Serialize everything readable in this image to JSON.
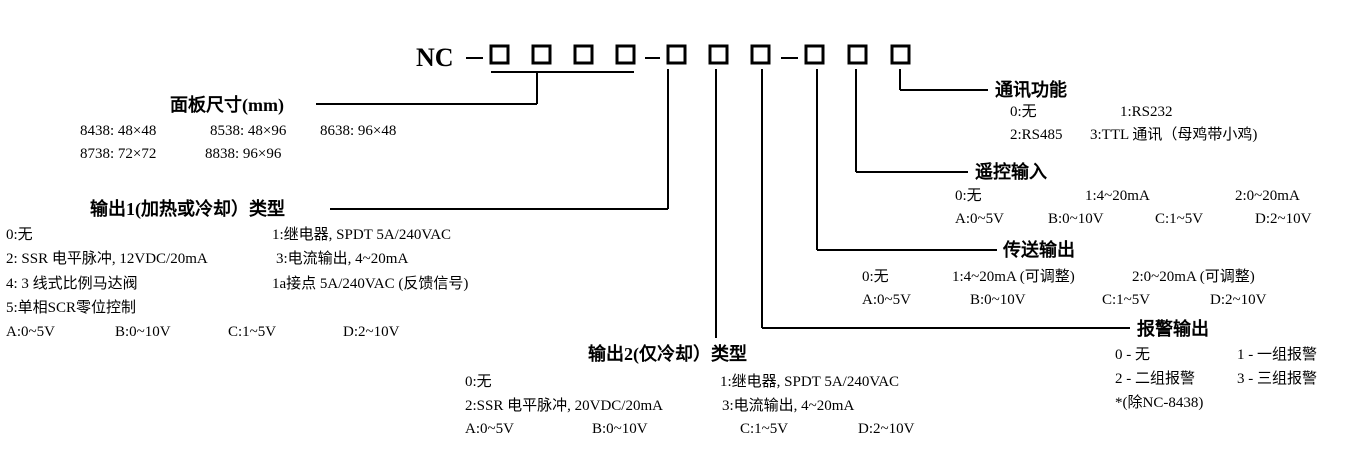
{
  "model": {
    "prefix": "NC",
    "separator": "-"
  },
  "sections": {
    "panel_size": {
      "title": "面板尺寸(mm)",
      "options": [
        "8438: 48×48",
        "8538: 48×96",
        "8638: 96×48",
        "8738: 72×72",
        "8838: 96×96"
      ]
    },
    "output1": {
      "title": "输出1(加热或冷却）类型",
      "options": [
        "0:无",
        "1:继电器, SPDT 5A/240VAC",
        "2: SSR 电平脉冲, 12VDC/20mA",
        "3:电流输出, 4~20mA",
        "4: 3 线式比例马达阀",
        "1a接点 5A/240VAC (反馈信号)",
        "5:单相SCR零位控制",
        "A:0~5V",
        "B:0~10V",
        "C:1~5V",
        "D:2~10V"
      ]
    },
    "output2": {
      "title": "输出2(仅冷却）类型",
      "options": [
        "0:无",
        "1:继电器, SPDT 5A/240VAC",
        "2:SSR 电平脉冲, 20VDC/20mA",
        "3:电流输出, 4~20mA",
        "A:0~5V",
        "B:0~10V",
        "C:1~5V",
        "D:2~10V"
      ]
    },
    "communication": {
      "title": "通讯功能",
      "options": [
        "0:无",
        "1:RS232",
        "2:RS485",
        "3:TTL 通讯（母鸡带小鸡)"
      ]
    },
    "remote_input": {
      "title": "遥控输入",
      "options": [
        "0:无",
        "1:4~20mA",
        "2:0~20mA",
        "A:0~5V",
        "B:0~10V",
        "C:1~5V",
        "D:2~10V"
      ]
    },
    "transmission": {
      "title": "传送输出",
      "options": [
        "0:无",
        "1:4~20mA (可调整)",
        "2:0~20mA (可调整)",
        "A:0~5V",
        "B:0~10V",
        "C:1~5V",
        "D:2~10V"
      ]
    },
    "alarm": {
      "title": "报警输出",
      "options": [
        "0 - 无",
        "1 - 一组报警",
        "2 - 二组报警",
        "3 - 三组报警",
        "*(除NC-8438)"
      ]
    }
  }
}
